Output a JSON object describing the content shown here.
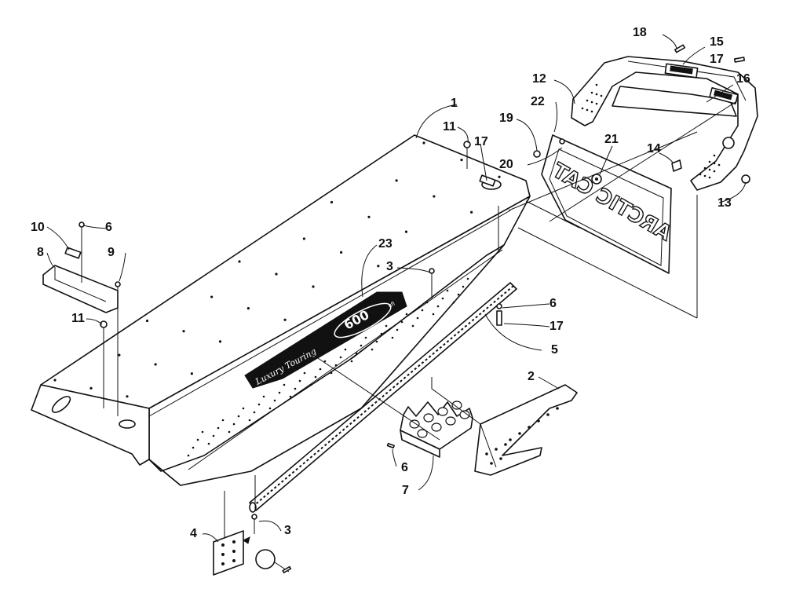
{
  "callouts": {
    "c1": "1",
    "c2": "2",
    "c3a": "3",
    "c3b": "3",
    "c4": "4",
    "c5": "5",
    "c6a": "6",
    "c6b": "6",
    "c6c": "6",
    "c7": "7",
    "c8": "8",
    "c9": "9",
    "c10": "10",
    "c11a": "11",
    "c11b": "11",
    "c12": "12",
    "c13": "13",
    "c14": "14",
    "c15": "15",
    "c16": "16",
    "c17a": "17",
    "c17b": "17",
    "c17c": "17",
    "c18": "18",
    "c19": "19",
    "c20": "20",
    "c21": "21",
    "c22": "22",
    "c23": "23"
  },
  "decal": {
    "script": "Luxury Touring",
    "model": "600",
    "sup": "efi"
  },
  "flap": {
    "brand": "ARCTIC CAT"
  }
}
